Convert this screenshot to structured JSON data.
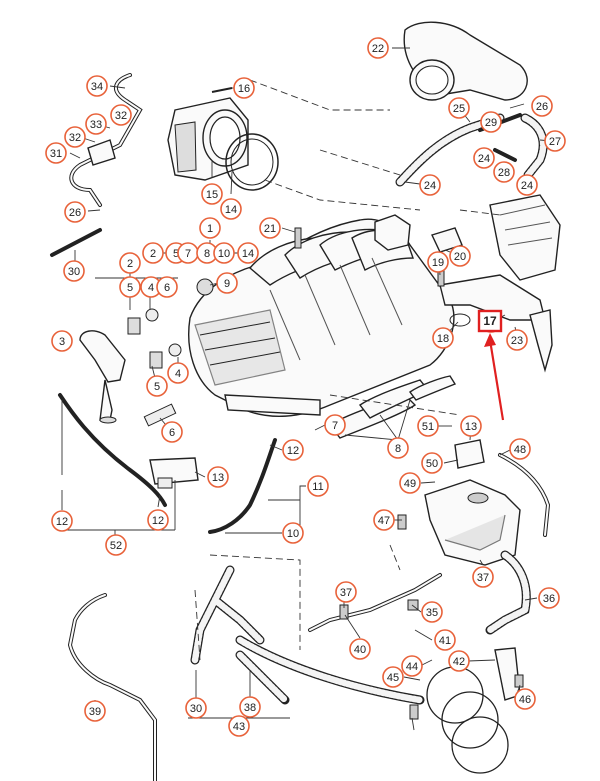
{
  "diagram": {
    "callouts": [
      "22",
      "16",
      "34",
      "32",
      "33",
      "32",
      "31",
      "25",
      "26",
      "29",
      "27",
      "24",
      "28",
      "24",
      "15",
      "14",
      "26",
      "24",
      "21",
      "1",
      "2",
      "5",
      "7",
      "8",
      "10",
      "14",
      "20",
      "30",
      "19",
      "2",
      "5",
      "4",
      "6",
      "9",
      "18",
      "17",
      "23",
      "3",
      "5",
      "4",
      "6",
      "7",
      "8",
      "51",
      "13",
      "48",
      "50",
      "49",
      "12",
      "13",
      "11",
      "12",
      "12",
      "10",
      "52",
      "47",
      "37",
      "37",
      "35",
      "36",
      "40",
      "41",
      "44",
      "42",
      "45",
      "46",
      "39",
      "30",
      "38",
      "43"
    ],
    "highlighted_part": "17",
    "highlight_color": "#e02020",
    "callout_color": "#e8623a"
  }
}
